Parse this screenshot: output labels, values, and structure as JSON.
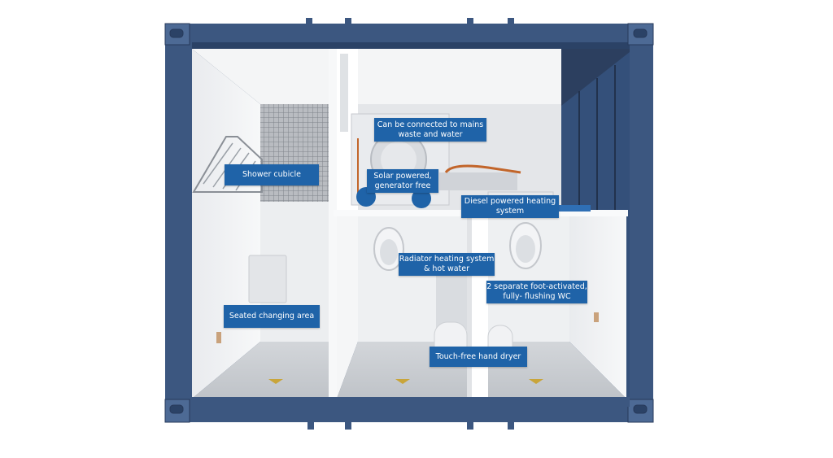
{
  "diagram": {
    "colors": {
      "container_frame": "#3c5780",
      "label_background": "#1f63a8",
      "label_text": "#ffffff",
      "wall": "#f1f2f4",
      "floor": "#c9ccd1"
    },
    "labels": [
      {
        "id": "mains",
        "lines": [
          "Can be connected to mains",
          "waste and water"
        ]
      },
      {
        "id": "shower",
        "lines": [
          "Shower cubicle"
        ]
      },
      {
        "id": "solar",
        "lines": [
          "Solar powered,",
          "generator free"
        ]
      },
      {
        "id": "diesel",
        "lines": [
          "Diesel powered heating",
          "system"
        ]
      },
      {
        "id": "radiator",
        "lines": [
          "Radiator heating system",
          "& hot water"
        ]
      },
      {
        "id": "wc",
        "lines": [
          "2 separate foot-activated,",
          "fully- flushing WC"
        ]
      },
      {
        "id": "changing",
        "lines": [
          "Seated changing area"
        ]
      },
      {
        "id": "dryer",
        "lines": [
          "Touch-free hand dryer"
        ]
      }
    ]
  }
}
